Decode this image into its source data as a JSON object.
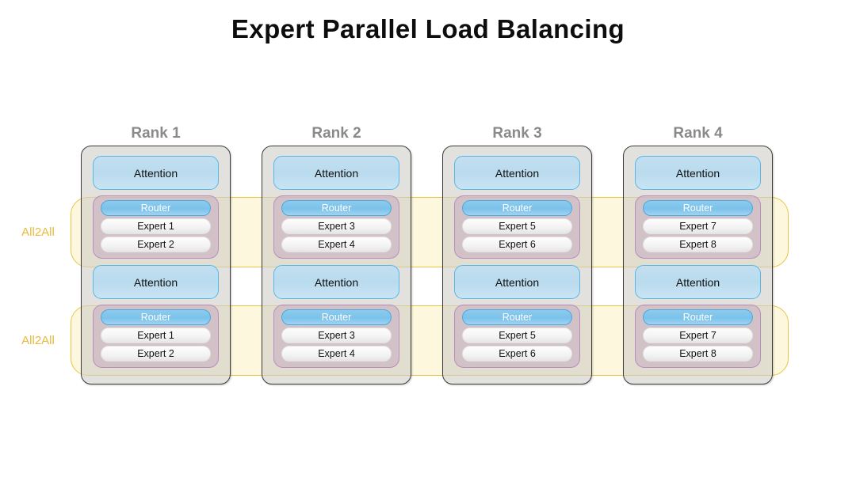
{
  "title": "Expert Parallel Load Balancing",
  "colors": {
    "title": "#0d0d0d",
    "rank_label": "#8a8a8a",
    "all2all_text": "#e8b93c",
    "all2all_band_fill": "#fdf8dd",
    "all2all_band_border": "#e8c543",
    "rank_box_fill": "#d0cec8",
    "rank_box_border": "#3c3c3c",
    "attention_fill": "#bfdcef",
    "attention_border": "#56b8e8",
    "moe_fill": "#cdb4c4",
    "moe_border": "#b98dc0",
    "router_fill": "#7cc2ea",
    "router_border": "#4aa9de",
    "router_text": "#ffffff",
    "expert_fill": "#f3f3f3",
    "expert_text": "#111111"
  },
  "all2all_bands": [
    {
      "label": "All2All"
    },
    {
      "label": "All2All"
    }
  ],
  "ranks": [
    {
      "label": "Rank 1",
      "layers": [
        {
          "attention": "Attention"
        },
        {
          "router": "Router",
          "experts": [
            "Expert 1",
            "Expert 2"
          ]
        },
        {
          "attention": "Attention"
        },
        {
          "router": "Router",
          "experts": [
            "Expert 1",
            "Expert 2"
          ]
        }
      ]
    },
    {
      "label": "Rank 2",
      "layers": [
        {
          "attention": "Attention"
        },
        {
          "router": "Router",
          "experts": [
            "Expert 3",
            "Expert 4"
          ]
        },
        {
          "attention": "Attention"
        },
        {
          "router": "Router",
          "experts": [
            "Expert 3",
            "Expert 4"
          ]
        }
      ]
    },
    {
      "label": "Rank 3",
      "layers": [
        {
          "attention": "Attention"
        },
        {
          "router": "Router",
          "experts": [
            "Expert 5",
            "Expert 6"
          ]
        },
        {
          "attention": "Attention"
        },
        {
          "router": "Router",
          "experts": [
            "Expert 5",
            "Expert 6"
          ]
        }
      ]
    },
    {
      "label": "Rank 4",
      "layers": [
        {
          "attention": "Attention"
        },
        {
          "router": "Router",
          "experts": [
            "Expert 7",
            "Expert 8"
          ]
        },
        {
          "attention": "Attention"
        },
        {
          "router": "Router",
          "experts": [
            "Expert 7",
            "Expert 8"
          ]
        }
      ]
    }
  ]
}
